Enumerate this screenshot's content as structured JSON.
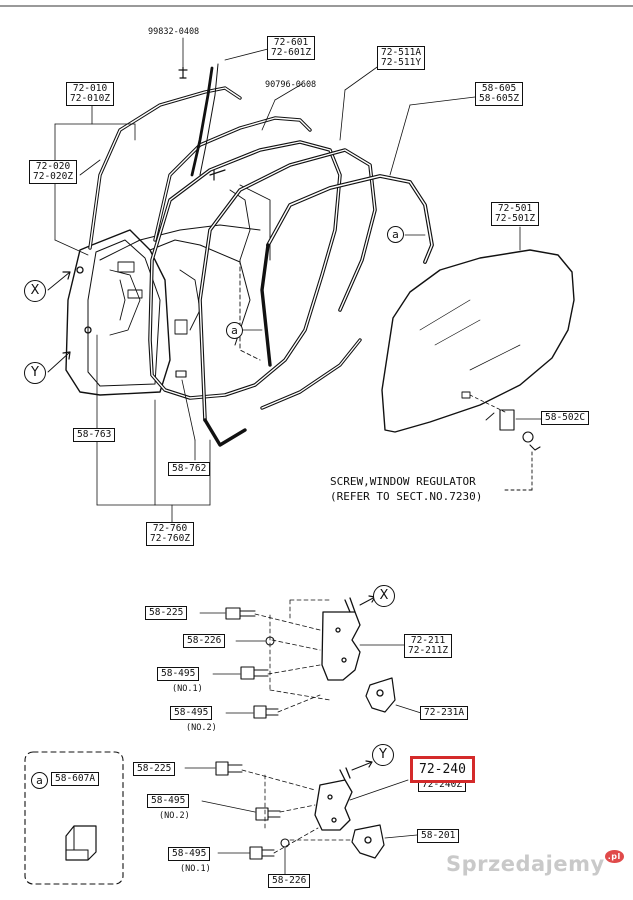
{
  "parts": {
    "p99832": "99832-0408",
    "p72601": [
      "72-601",
      "72-601Z"
    ],
    "p90796": "90796-0608",
    "p72511": [
      "72-511A",
      "72-511Y"
    ],
    "p72010": [
      "72-010",
      "72-010Z"
    ],
    "p58605": [
      "58-605",
      "58-605Z"
    ],
    "p72020": [
      "72-020",
      "72-020Z"
    ],
    "p72501": [
      "72-501",
      "72-501Z"
    ],
    "p58502": "58-502C",
    "p58763": "58-763",
    "p58762": "58-762",
    "p72760": [
      "72-760",
      "72-760Z"
    ],
    "p58225a": "58-225",
    "p58226a": "58-226",
    "p58495a": "58-495",
    "p58495b": "58-495",
    "p72211": [
      "72-211",
      "72-211Z"
    ],
    "p72231": "72-231A",
    "p58607": "58-607A",
    "p58225b": "58-225",
    "p58495c": "58-495",
    "p58495d": "58-495",
    "p58226b": "58-226",
    "p72240": "72-240",
    "p72240z": "72-240Z",
    "p58201": "58-201"
  },
  "captions": {
    "no1a": "(NO.1)",
    "no2a": "(NO.2)",
    "no2b": "(NO.2)",
    "no1b": "(NO.1)"
  },
  "markers": {
    "x": "X",
    "y": "Y",
    "a": "a"
  },
  "note": {
    "line1": "SCREW,WINDOW REGULATOR",
    "line2": "(REFER TO SECT.NO.7230)"
  },
  "highlight_color": "#d42a2a",
  "watermark": {
    "text": "Sprzedajemy",
    "badge": ".pl"
  }
}
